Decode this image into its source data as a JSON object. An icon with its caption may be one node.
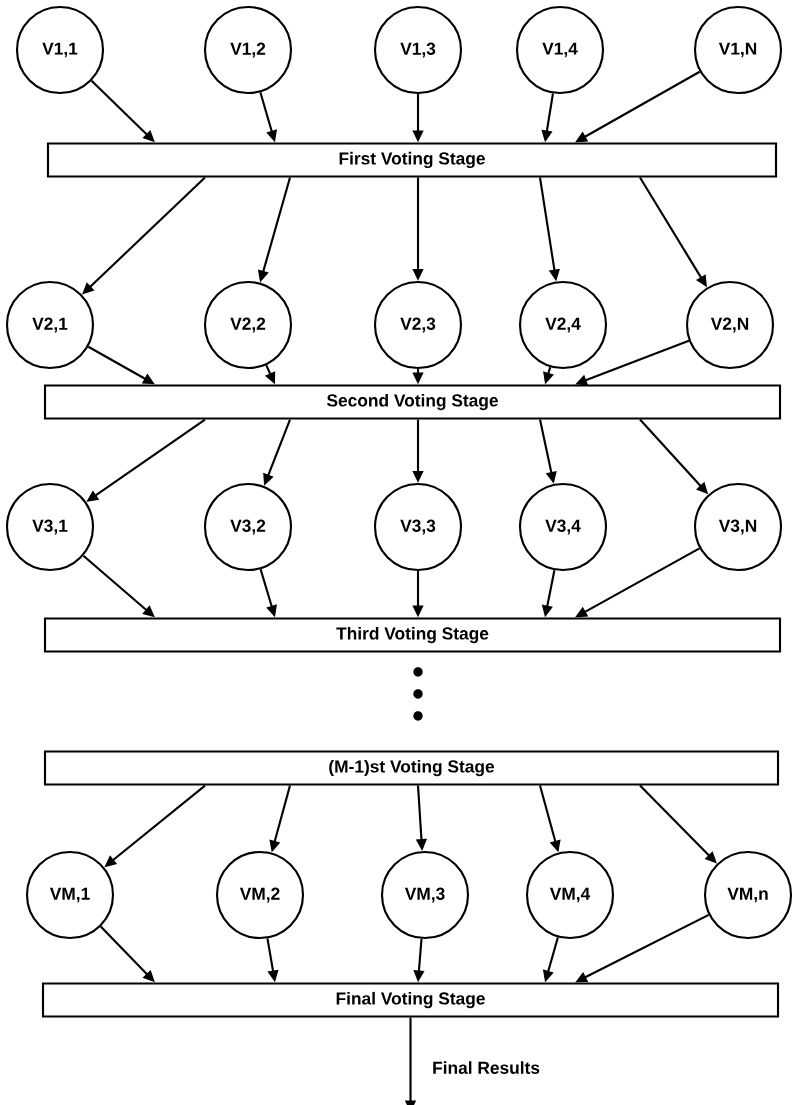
{
  "diagram": {
    "nodes": [
      {
        "text": [
          "V1,1"
        ]
      },
      {
        "text": [
          "V1,2"
        ]
      },
      {
        "text": [
          "V1,3"
        ]
      },
      {
        "text": [
          "V1,4"
        ]
      },
      {
        "text": [
          "V1,N"
        ]
      },
      {
        "text": [
          "First Voting Stage"
        ]
      },
      {
        "text": [
          "V2,1"
        ]
      },
      {
        "text": [
          "V2,2"
        ]
      },
      {
        "text": [
          "V2,3"
        ]
      },
      {
        "text": [
          "V2,4"
        ]
      },
      {
        "text": [
          "V2,N"
        ]
      },
      {
        "text": [
          "Second Voting Stage"
        ]
      },
      {
        "text": [
          "V3,1"
        ]
      },
      {
        "text": [
          "V3,2"
        ]
      },
      {
        "text": [
          "V3,3"
        ]
      },
      {
        "text": [
          "V3,4"
        ]
      },
      {
        "text": [
          "V3,N"
        ]
      },
      {
        "text": [
          "Third Voting Stage"
        ]
      },
      {
        "text": [
          "(M-1)st  Voting Stage"
        ]
      },
      {
        "text": [
          "VM,1"
        ]
      },
      {
        "text": [
          "VM,2"
        ]
      },
      {
        "text": [
          "VM,3"
        ]
      },
      {
        "text": [
          "VM,4"
        ]
      },
      {
        "text": [
          "VM,n"
        ]
      },
      {
        "text": [
          "Final  Voting Stage"
        ]
      }
    ],
    "edges": [
      {
        "from": 0,
        "to": 5,
        "arrow": "to"
      },
      {
        "from": 1,
        "to": 5,
        "arrow": "to"
      },
      {
        "from": 2,
        "to": 5,
        "arrow": "to"
      },
      {
        "from": 3,
        "to": 5,
        "arrow": "to"
      },
      {
        "from": 4,
        "to": 5,
        "arrow": "to"
      },
      {
        "from": 5,
        "to": 6,
        "arrow": "to"
      },
      {
        "from": 5,
        "to": 7,
        "arrow": "to"
      },
      {
        "from": 5,
        "to": 8,
        "arrow": "to"
      },
      {
        "from": 5,
        "to": 9,
        "arrow": "to"
      },
      {
        "from": 5,
        "to": 10,
        "arrow": "to"
      },
      {
        "from": 6,
        "to": 11,
        "arrow": "to"
      },
      {
        "from": 7,
        "to": 11,
        "arrow": "to"
      },
      {
        "from": 8,
        "to": 11,
        "arrow": "to"
      },
      {
        "from": 9,
        "to": 11,
        "arrow": "to"
      },
      {
        "from": 10,
        "to": 11,
        "arrow": "to"
      },
      {
        "from": 11,
        "to": 12,
        "arrow": "to"
      },
      {
        "from": 11,
        "to": 13,
        "arrow": "to"
      },
      {
        "from": 11,
        "to": 14,
        "arrow": "to"
      },
      {
        "from": 11,
        "to": 15,
        "arrow": "to"
      },
      {
        "from": 11,
        "to": 16,
        "arrow": "to"
      },
      {
        "from": 12,
        "to": 17,
        "arrow": "to"
      },
      {
        "from": 13,
        "to": 17,
        "arrow": "to"
      },
      {
        "from": 14,
        "to": 17,
        "arrow": "to"
      },
      {
        "from": 15,
        "to": 17,
        "arrow": "to"
      },
      {
        "from": 16,
        "to": 17,
        "arrow": "to"
      },
      {
        "from": 18,
        "to": 19,
        "arrow": "to"
      },
      {
        "from": 18,
        "to": 20,
        "arrow": "to"
      },
      {
        "from": 18,
        "to": 21,
        "arrow": "to"
      },
      {
        "from": 18,
        "to": 22,
        "arrow": "to"
      },
      {
        "from": 18,
        "to": 23,
        "arrow": "to"
      },
      {
        "from": 19,
        "to": 24,
        "arrow": "to"
      },
      {
        "from": 20,
        "to": 24,
        "arrow": "to"
      },
      {
        "from": 21,
        "to": 24,
        "arrow": "to"
      },
      {
        "from": 22,
        "to": 24,
        "arrow": "to"
      },
      {
        "from": 23,
        "to": 24,
        "arrow": "to"
      },
      {
        "from": 24,
        "to": null,
        "arrow": "to",
        "label": "Final Results"
      }
    ]
  }
}
